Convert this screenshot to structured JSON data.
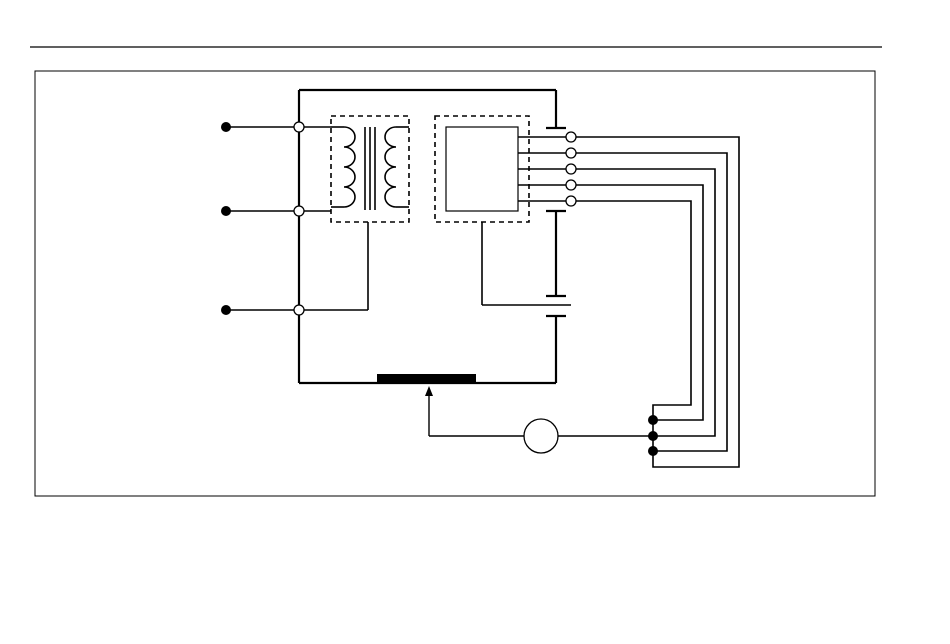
{
  "document": {
    "header_rule": true
  },
  "diagram": {
    "description_visible_text": [],
    "components": {
      "input_terminals": [
        "terminal-1",
        "terminal-2",
        "terminal-3"
      ],
      "transformer": "dashed-box-transformer",
      "module": "dashed-box-module",
      "output_terminals": [
        "out-1",
        "out-2",
        "out-3",
        "out-4",
        "out-5"
      ],
      "meter": "circle-meter",
      "bus_terminals": [
        "bus-1",
        "bus-2",
        "bus-3"
      ],
      "resistor_bar": "heater-element"
    },
    "colors": {
      "line": "#000000",
      "background": "#ffffff",
      "frame": "#000000"
    }
  }
}
